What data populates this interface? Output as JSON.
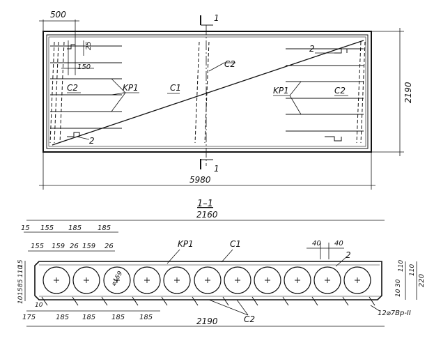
{
  "plan": {
    "dim_top": "500",
    "dim_right": "2190",
    "dim_bottom": "5980",
    "dim_small_1": "25",
    "dim_small_2": "150",
    "labels": {
      "c1": "C1",
      "c2": "C2",
      "kp1": "KP1",
      "mark_2": "2",
      "section": "1"
    }
  },
  "section": {
    "title": "1–1",
    "dim_overall_top": "2160",
    "dim_overall_bottom": "2190",
    "top_dims_row1": [
      "15",
      "155",
      "185",
      "185"
    ],
    "top_dims_row2": [
      "155",
      "159",
      "26",
      "159",
      "26"
    ],
    "right_top_dims": [
      "40",
      "40"
    ],
    "bottom_dims": [
      "175",
      "185",
      "185",
      "185",
      "185"
    ],
    "left_dims": [
      "15",
      "110",
      "85",
      "15",
      "10",
      "10"
    ],
    "right_dims": [
      "220",
      "110",
      "30",
      "110",
      "10"
    ],
    "hole_dia": "⌀159",
    "callout": "12⌀7Bp-II",
    "labels": {
      "kp1": "KP1",
      "c1": "C1",
      "c2": "C2",
      "mark_2": "2"
    }
  }
}
